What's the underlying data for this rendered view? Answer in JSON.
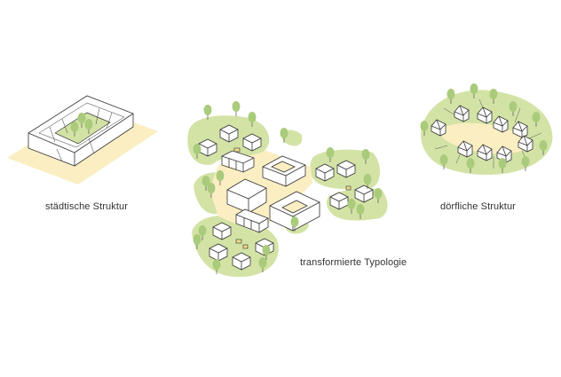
{
  "labels": {
    "urban": "städtische Struktur",
    "transformed": "transformierte Typologie",
    "village": "dörfliche Struktur"
  },
  "colors": {
    "green": "#d3e3a6",
    "tree": "#a9cb7b",
    "sand": "#fbeec2",
    "line": "#333333",
    "building": "#ffffff"
  }
}
